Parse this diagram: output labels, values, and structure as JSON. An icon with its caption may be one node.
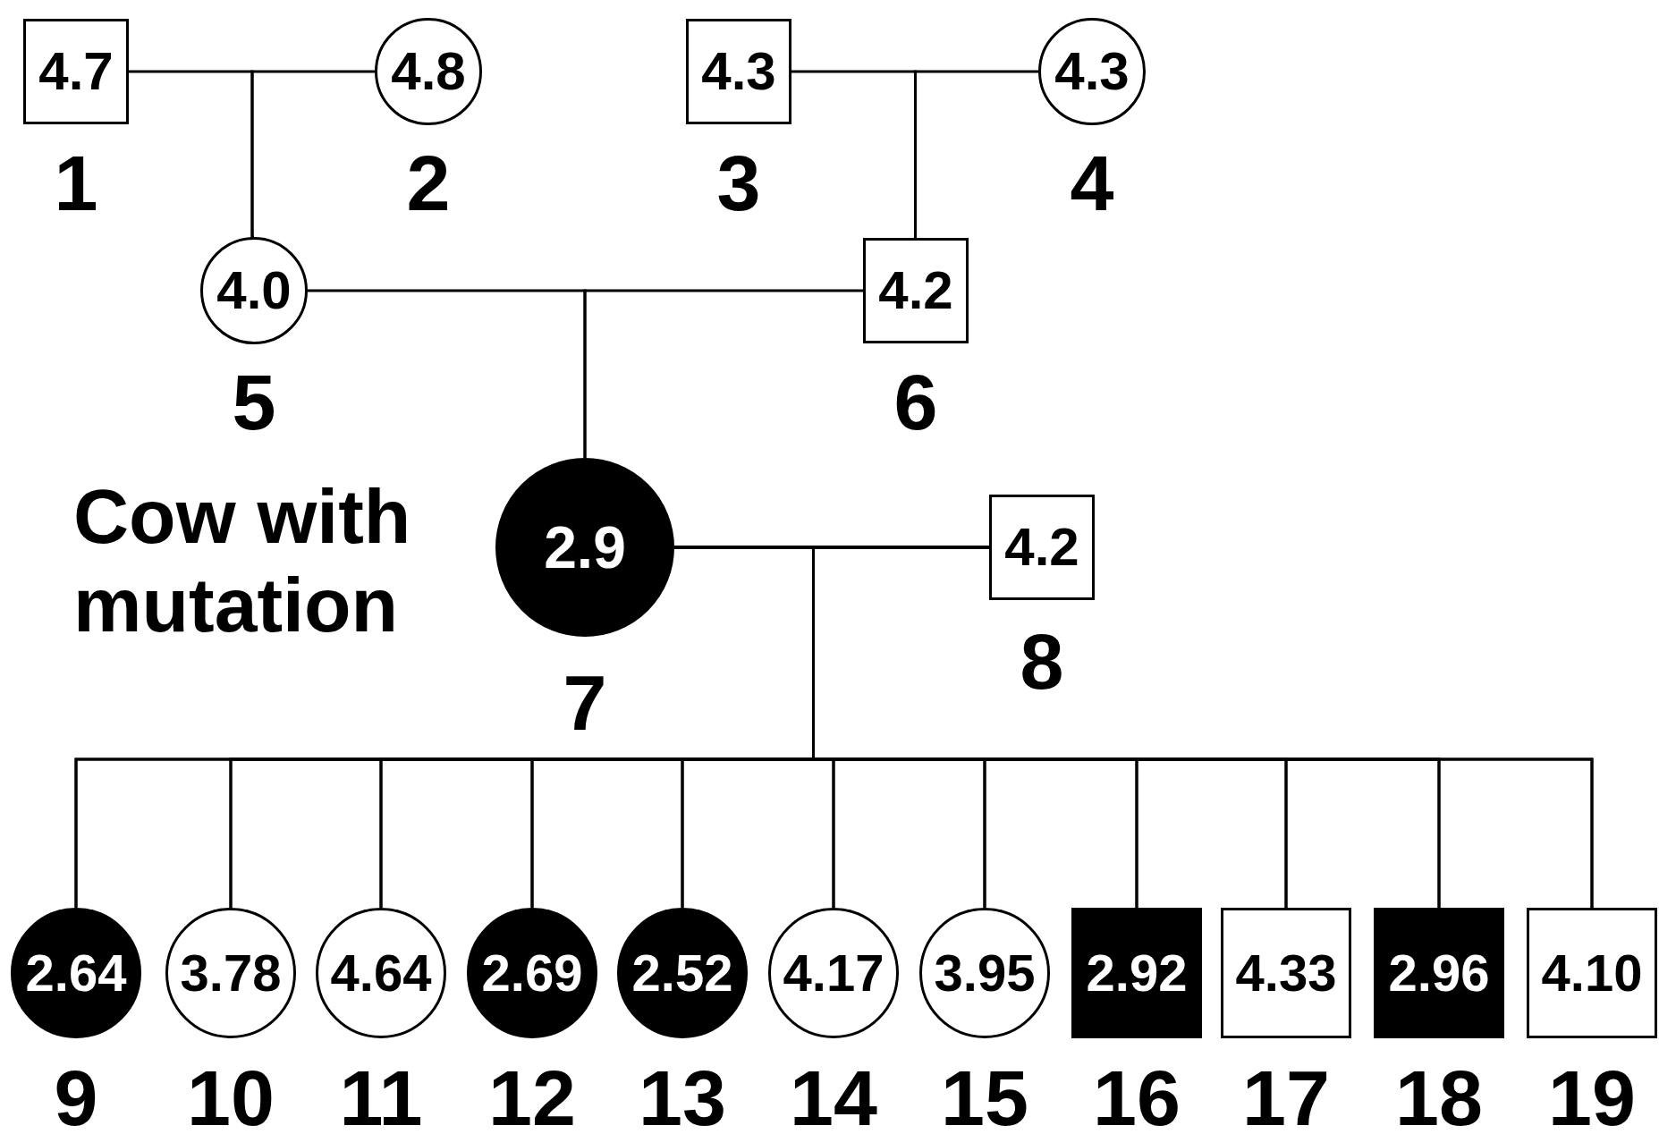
{
  "diagram": {
    "nodes": [
      {
        "text": [
          "4.7"
        ],
        "beside": [
          "1"
        ]
      },
      {
        "text": [
          "4.8"
        ],
        "beside": [
          "2"
        ]
      },
      {
        "text": [
          "4.3"
        ],
        "beside": [
          "3"
        ]
      },
      {
        "text": [
          "4.3"
        ],
        "beside": [
          "4"
        ]
      },
      {
        "text": [
          "4.0"
        ],
        "beside": [
          "5"
        ]
      },
      {
        "text": [
          "4.2"
        ],
        "beside": [
          "6"
        ]
      },
      {
        "text": [
          "2.9"
        ],
        "beside": [
          "7"
        ]
      },
      {
        "text": [
          "4.2"
        ],
        "beside": [
          "8"
        ]
      },
      {
        "text": [
          "2.64"
        ],
        "beside": [
          "9"
        ]
      },
      {
        "text": [
          "3.78"
        ],
        "beside": [
          "10"
        ]
      },
      {
        "text": [
          "4.64"
        ],
        "beside": [
          "11"
        ]
      },
      {
        "text": [
          "2.69"
        ],
        "beside": [
          "12"
        ]
      },
      {
        "text": [
          "2.52"
        ],
        "beside": [
          "13"
        ]
      },
      {
        "text": [
          "4.17"
        ],
        "beside": [
          "14"
        ]
      },
      {
        "text": [
          "3.95"
        ],
        "beside": [
          "15"
        ]
      },
      {
        "text": [
          "2.92"
        ],
        "beside": [
          "16"
        ]
      },
      {
        "text": [
          "4.33"
        ],
        "beside": [
          "17"
        ]
      },
      {
        "text": [
          "2.96"
        ],
        "beside": [
          "18"
        ]
      },
      {
        "text": [
          "4.10"
        ],
        "beside": [
          "19"
        ]
      }
    ],
    "edges": [
      {
        "from": 0,
        "to": 4,
        "arrow": "none"
      },
      {
        "from": 1,
        "to": 4,
        "arrow": "none"
      },
      {
        "from": 2,
        "to": 5,
        "arrow": "none"
      },
      {
        "from": 3,
        "to": 5,
        "arrow": "none"
      },
      {
        "from": 4,
        "to": 6,
        "arrow": "none"
      },
      {
        "from": 5,
        "to": 6,
        "arrow": "none"
      },
      {
        "from": 6,
        "to": 8,
        "arrow": "none"
      },
      {
        "from": 7,
        "to": 8,
        "arrow": "none"
      },
      {
        "from": 6,
        "to": 9,
        "arrow": "none"
      },
      {
        "from": 7,
        "to": 9,
        "arrow": "none"
      },
      {
        "from": 6,
        "to": 10,
        "arrow": "none"
      },
      {
        "from": 7,
        "to": 10,
        "arrow": "none"
      },
      {
        "from": 6,
        "to": 11,
        "arrow": "none"
      },
      {
        "from": 7,
        "to": 11,
        "arrow": "none"
      },
      {
        "from": 6,
        "to": 12,
        "arrow": "none"
      },
      {
        "from": 7,
        "to": 12,
        "arrow": "none"
      },
      {
        "from": 6,
        "to": 13,
        "arrow": "none"
      },
      {
        "from": 7,
        "to": 13,
        "arrow": "none"
      },
      {
        "from": 6,
        "to": 14,
        "arrow": "none"
      },
      {
        "from": 7,
        "to": 14,
        "arrow": "none"
      },
      {
        "from": 6,
        "to": 15,
        "arrow": "none"
      },
      {
        "from": 7,
        "to": 15,
        "arrow": "none"
      },
      {
        "from": 6,
        "to": 16,
        "arrow": "none"
      },
      {
        "from": 7,
        "to": 16,
        "arrow": "none"
      },
      {
        "from": 6,
        "to": 17,
        "arrow": "none"
      },
      {
        "from": 7,
        "to": 17,
        "arrow": "none"
      },
      {
        "from": 6,
        "to": 18,
        "arrow": "none"
      },
      {
        "from": 7,
        "to": 18,
        "arrow": "none"
      }
    ],
    "labels": [
      "Cow with mutation"
    ]
  }
}
